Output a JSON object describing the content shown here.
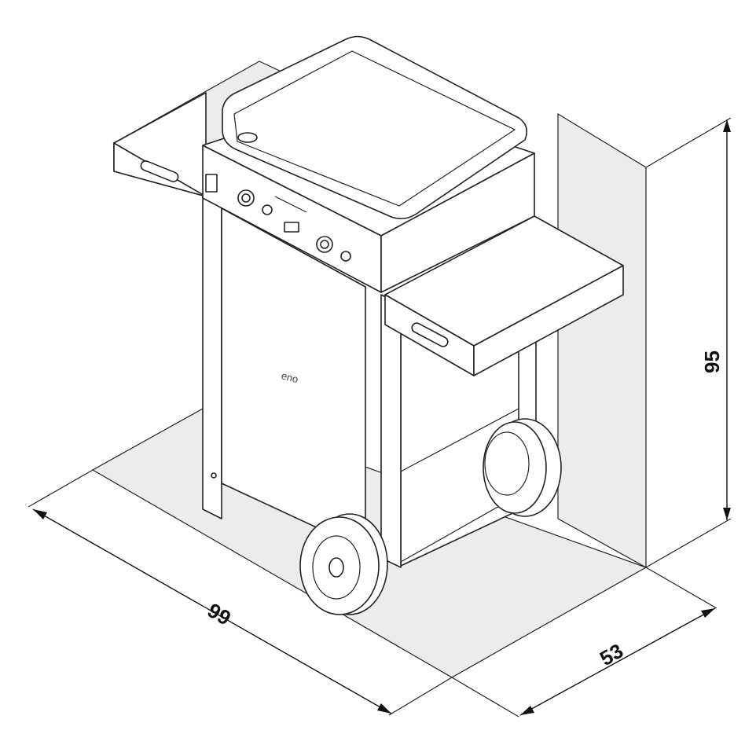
{
  "dimensions": {
    "width": "99",
    "depth": "53",
    "height": "95"
  },
  "logo_text": "eno",
  "colors": {
    "line": "#222222",
    "shadow": "#ececec",
    "background": "#ffffff"
  }
}
